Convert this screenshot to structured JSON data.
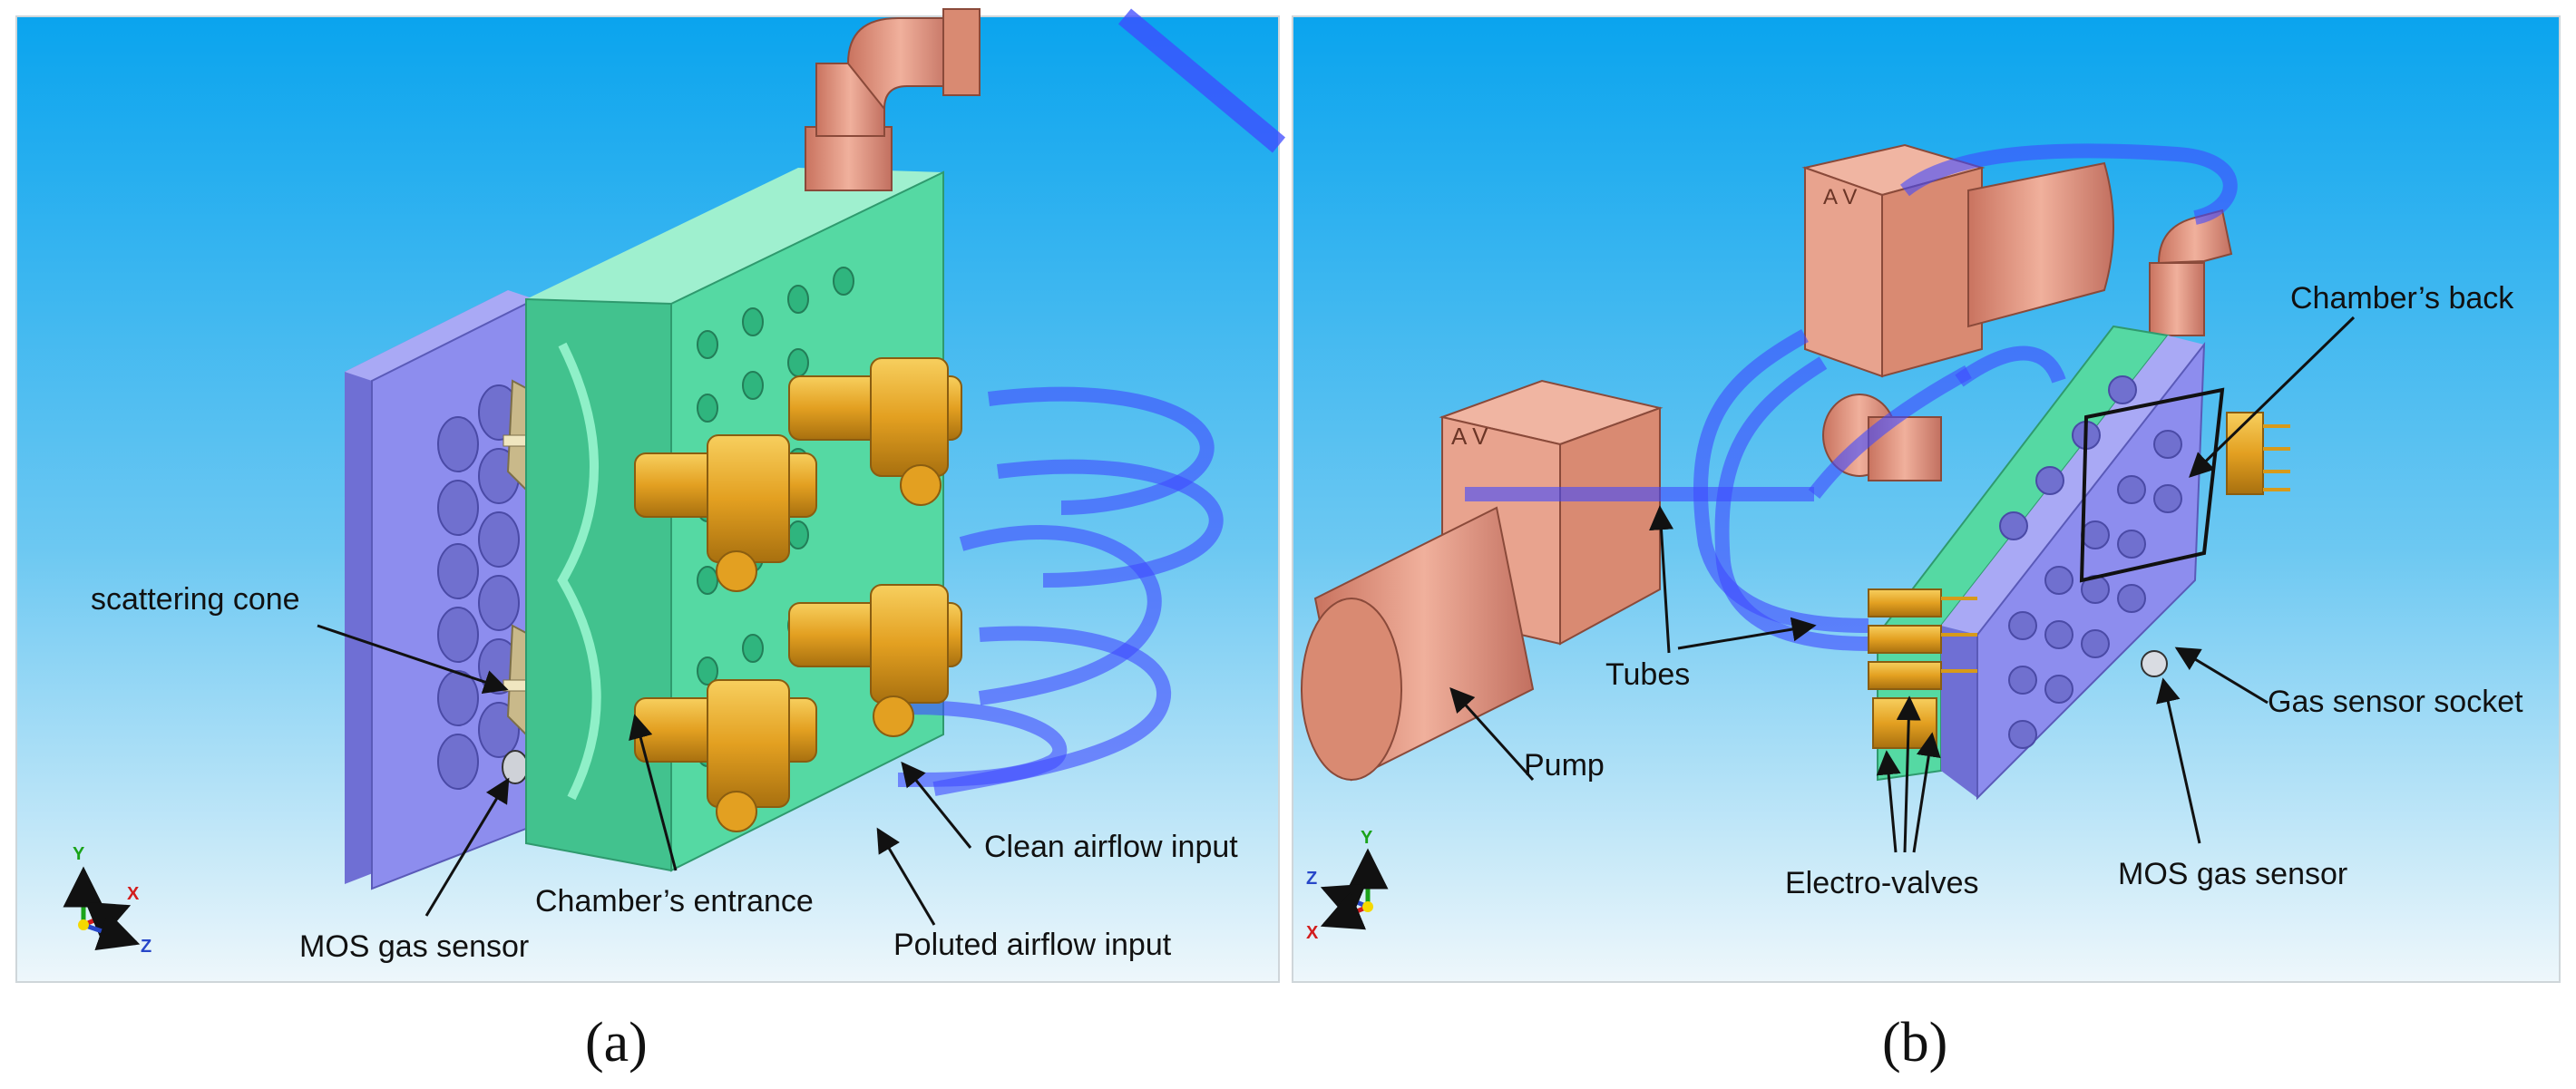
{
  "panel_a": {
    "caption": "(a)",
    "labels": {
      "scattering_cone": "scattering cone",
      "mos_gas_sensor": "MOS gas sensor",
      "chamber_entrance": "Chamber’s entrance",
      "clean_airflow_input": "Clean airflow input",
      "poluted_airflow_input": "Poluted airflow input"
    },
    "axes": {
      "y": "Y",
      "x": "X",
      "z": "Z"
    }
  },
  "panel_b": {
    "caption": "(b)",
    "labels": {
      "chamber_back": "Chamber’s back",
      "tubes": "Tubes",
      "pump": "Pump",
      "gas_sensor_socket": "Gas sensor socket",
      "electro_valves": "Electro-valves",
      "mos_gas_sensor": "MOS gas sensor"
    },
    "axes": {
      "y": "Y",
      "x": "X",
      "z": "Z"
    }
  },
  "colors": {
    "sky_top": "#12a9ee",
    "sky_bottom": "#e8f4fa",
    "block_blue": "#8d8dee",
    "block_green": "#55d9a3",
    "copper": "#e39c86",
    "brass": "#e5a526",
    "tube": "#3f49ff",
    "arrow": "#111111"
  }
}
